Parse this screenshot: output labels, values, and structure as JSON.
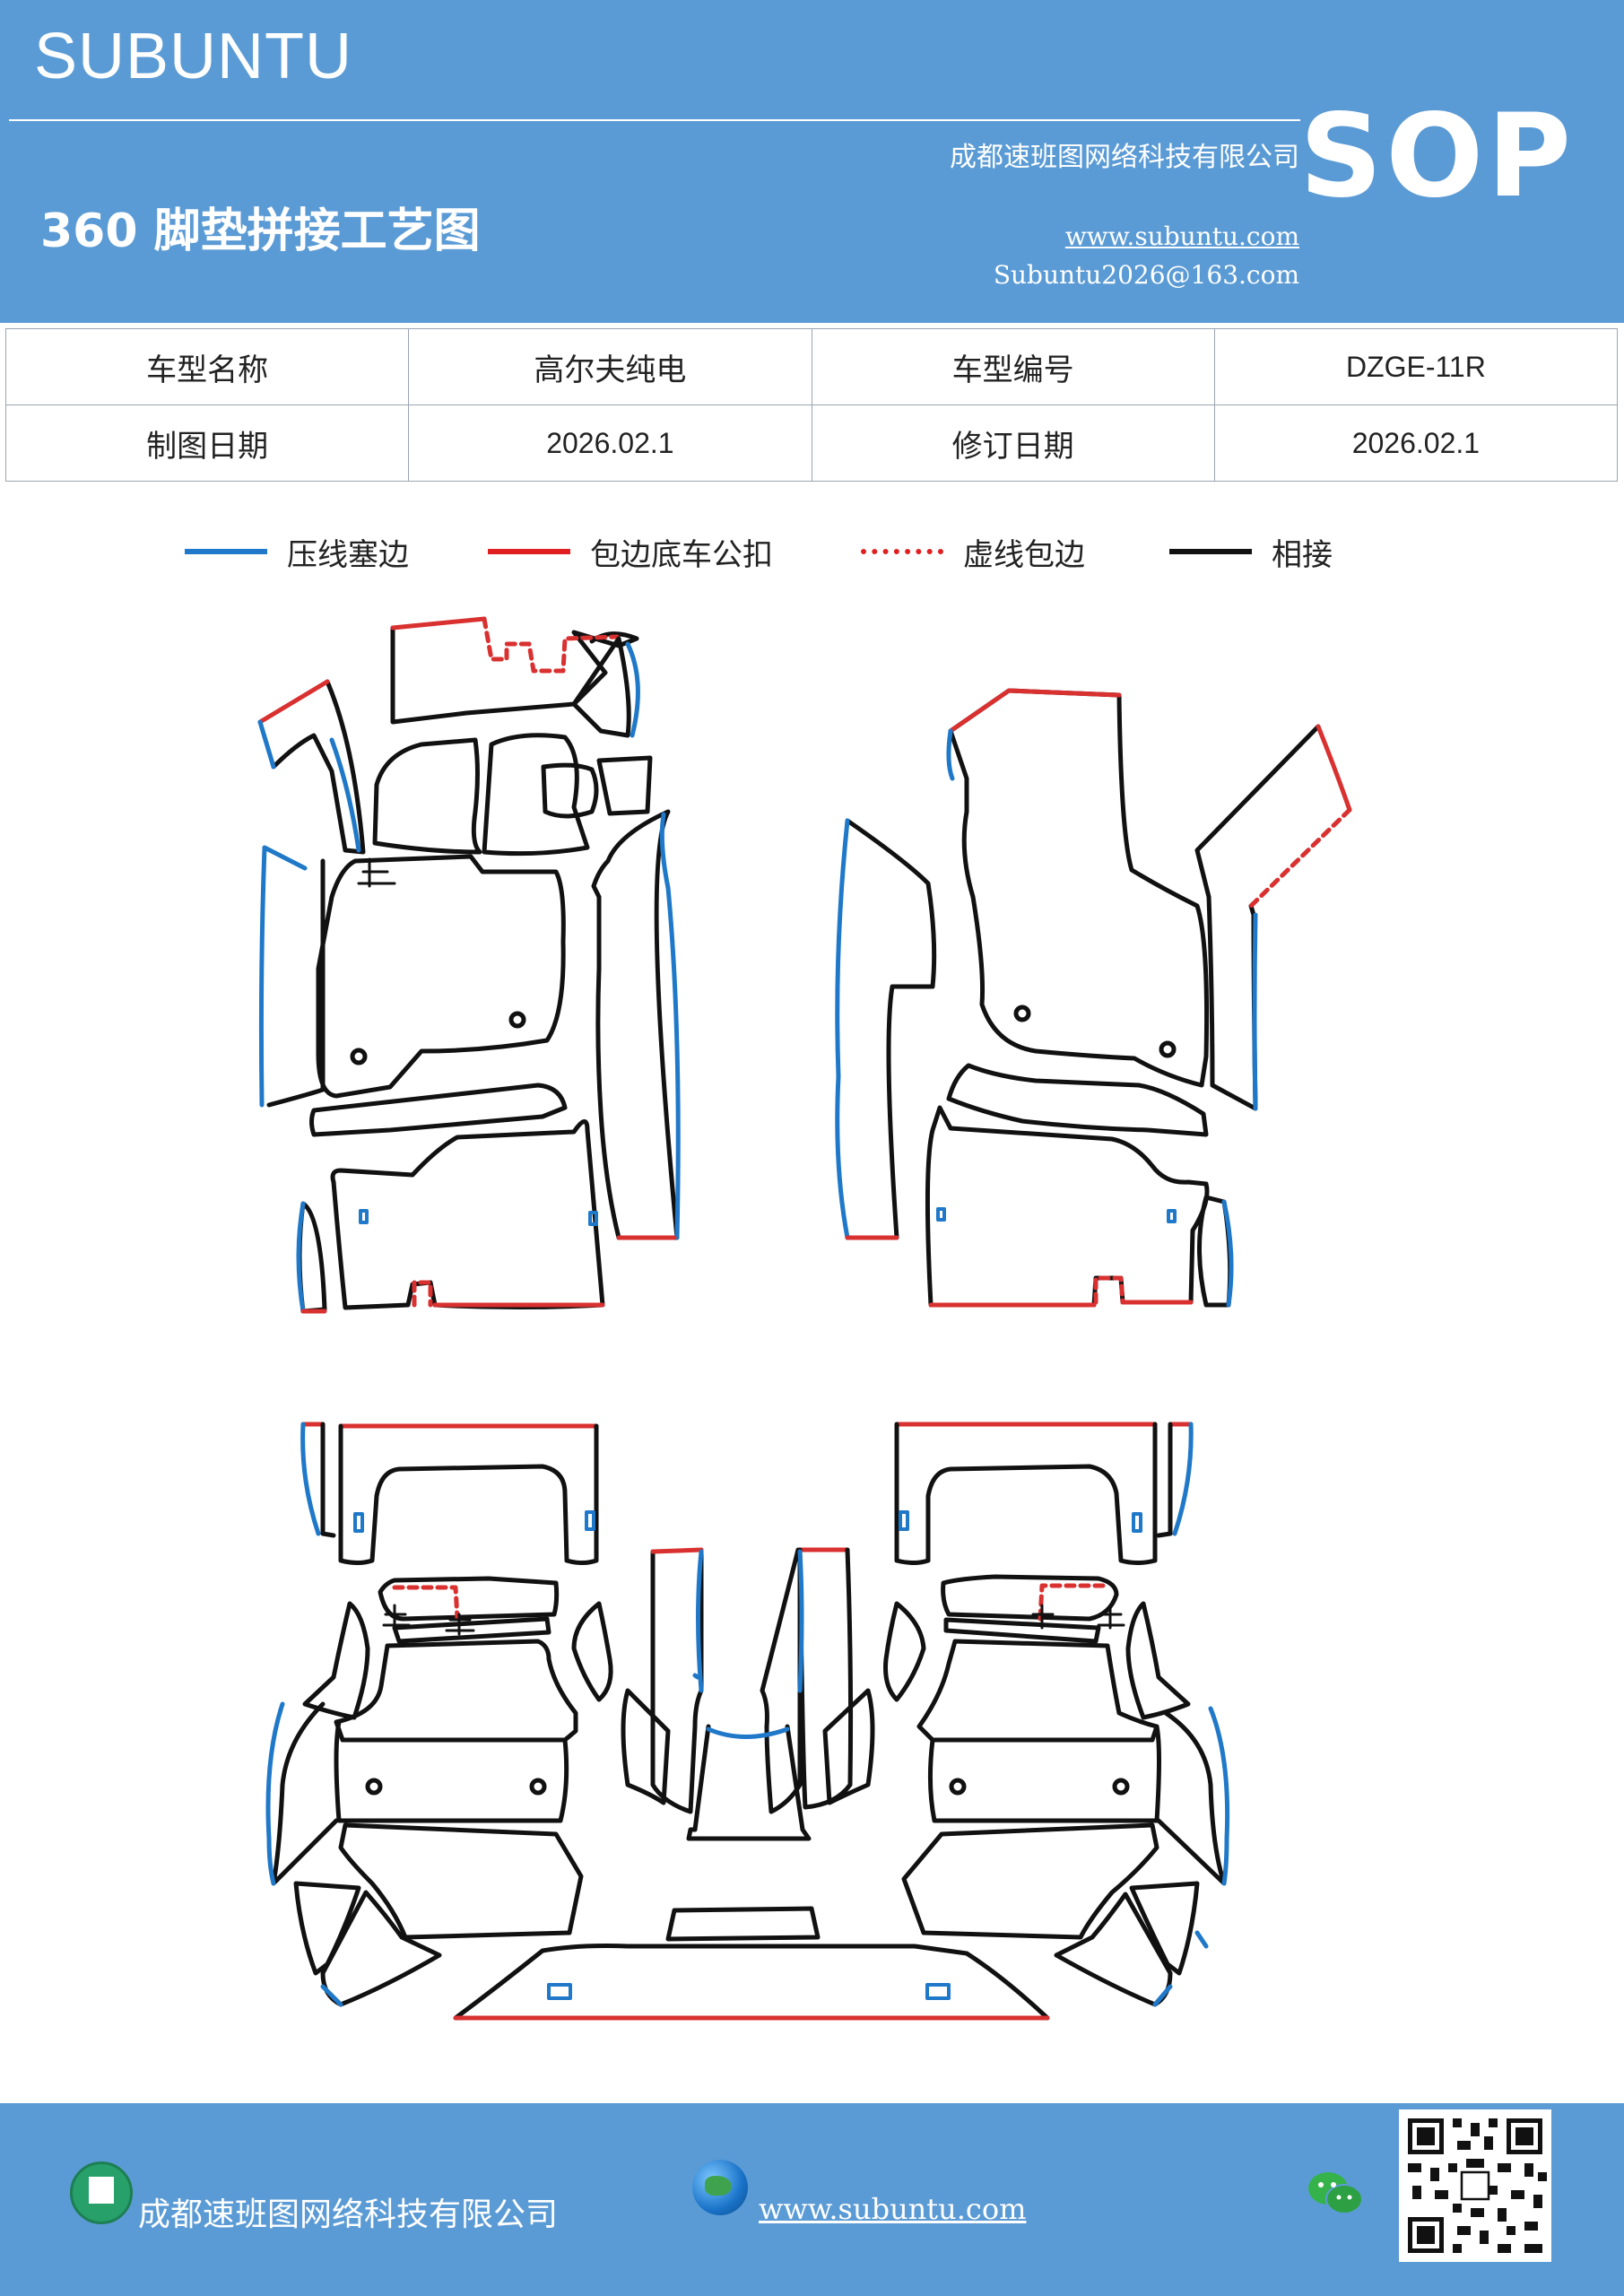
{
  "header": {
    "brand": "SUBUNTU",
    "title": "360 脚垫拼接工艺图",
    "company": "成都速班图网络科技有限公司",
    "website": "www.subuntu.com",
    "email": "Subuntu2026@163.com",
    "badge": "SOP"
  },
  "info_table": {
    "rows": [
      [
        "车型名称",
        "高尔夫纯电",
        "车型编号",
        "DZGE-11R"
      ],
      [
        "制图日期",
        "2026.02.1",
        "修订日期",
        "2026.02.1"
      ]
    ]
  },
  "legend": [
    {
      "label": "压线塞边",
      "color": "#1f78c8",
      "style": "solid"
    },
    {
      "label": "包边底车公扣",
      "color": "#e02020",
      "style": "solid"
    },
    {
      "label": "虚线包边",
      "color": "#e02020",
      "style": "dashed"
    },
    {
      "label": "相接",
      "color": "#111111",
      "style": "solid"
    }
  ],
  "colors": {
    "header_bg": "#5b9bd5",
    "line_blue": "#1f78c8",
    "line_red": "#d93030",
    "line_black": "#111111"
  },
  "footer": {
    "company": "成都速班图网络科技有限公司",
    "website": "www.subuntu.com"
  },
  "icons": [
    "building-icon",
    "globe-icon",
    "wechat-icon",
    "qr-code"
  ]
}
